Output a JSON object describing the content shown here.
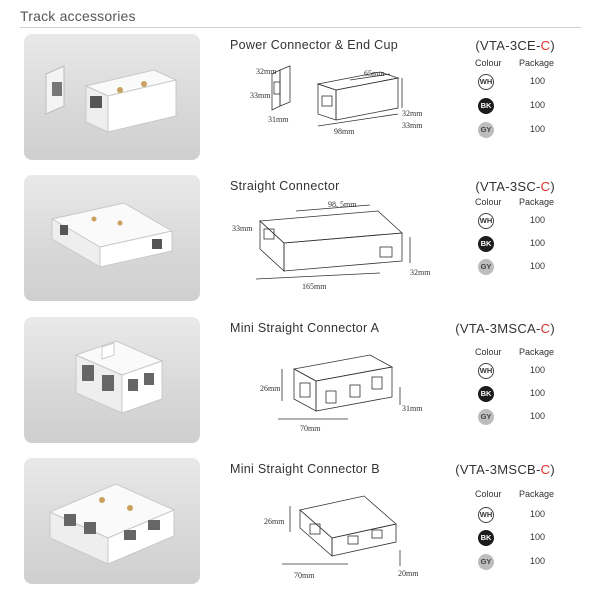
{
  "header": {
    "title": "Track accessories"
  },
  "table_headers": {
    "colour": "Colour",
    "package": "Package"
  },
  "products": [
    {
      "name": "Power Connector & End Cup",
      "code_prefix": "(VTA-3CE-",
      "code_suffix": "C",
      "code_close": ")",
      "dims": [
        "32mm",
        "33mm",
        "31mm",
        "65mm",
        "98mm",
        "32mm",
        "33mm"
      ],
      "variants": [
        {
          "colour": "WH",
          "package": "100"
        },
        {
          "colour": "BK",
          "package": "100"
        },
        {
          "colour": "GY",
          "package": "100"
        }
      ]
    },
    {
      "name": "Straight Connector",
      "code_prefix": "(VTA-3SC-",
      "code_suffix": "C",
      "code_close": ")",
      "dims": [
        "98, 5mm",
        "33mm",
        "165mm",
        "32mm"
      ],
      "variants": [
        {
          "colour": "WH",
          "package": "100"
        },
        {
          "colour": "BK",
          "package": "100"
        },
        {
          "colour": "GY",
          "package": "100"
        }
      ]
    },
    {
      "name": "Mini Straight Connector A",
      "code_prefix": "(VTA-3MSCA-",
      "code_suffix": "C",
      "code_close": ")",
      "dims": [
        "26mm",
        "70mm",
        "31mm"
      ],
      "variants": [
        {
          "colour": "WH",
          "package": "100"
        },
        {
          "colour": "BK",
          "package": "100"
        },
        {
          "colour": "GY",
          "package": "100"
        }
      ]
    },
    {
      "name": "Mini Straight Connector B",
      "code_prefix": "(VTA-3MSCB-",
      "code_suffix": "C",
      "code_close": ")",
      "dims": [
        "26mm",
        "70mm",
        "20mm"
      ],
      "variants": [
        {
          "colour": "WH",
          "package": "100"
        },
        {
          "colour": "BK",
          "package": "100"
        },
        {
          "colour": "GY",
          "package": "100"
        }
      ]
    }
  ],
  "colors": {
    "accent": "#d9302c",
    "white": "#ffffff",
    "black": "#1d1d1d",
    "grey": "#bdbdbd"
  }
}
